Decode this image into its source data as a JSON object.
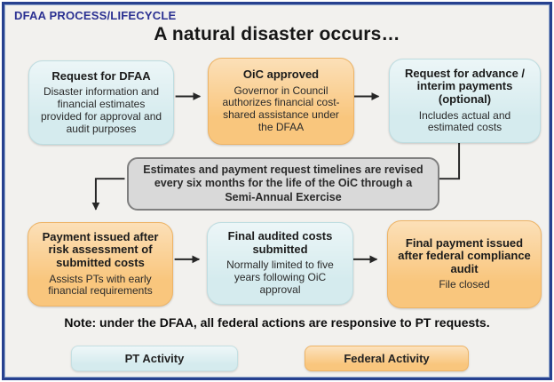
{
  "title": "DFAA PROCESS/LIFECYCLE",
  "heading": "A natural disaster occurs…",
  "colors": {
    "frame_border": "#27418f",
    "title_navy": "#2b3192",
    "canvas_bg": "#f2f1ee",
    "pt_fill": "#d5ebee",
    "federal_fill": "#f9c67d",
    "revision_fill": "#d9d9d9",
    "revision_border": "#7f7f7f",
    "connector": "#262626"
  },
  "flow": {
    "row1": [
      {
        "type": "pt",
        "title": "Request for DFAA",
        "body": "Disaster information and financial estimates provided for approval and audit purposes"
      },
      {
        "type": "federal",
        "title": "OiC approved",
        "body": "Governor in Council authorizes financial cost-shared assistance under the DFAA"
      },
      {
        "type": "pt",
        "title": "Request for advance / interim payments (optional)",
        "body": "Includes actual and estimated costs"
      }
    ],
    "revision_note": "Estimates and payment request timelines are revised every six months for the life of the OiC through a Semi-Annual Exercise",
    "row2": [
      {
        "type": "federal",
        "title": "Payment issued after risk assessment of submitted costs",
        "body": "Assists PTs with early financial requirements"
      },
      {
        "type": "pt",
        "title": "Final audited costs submitted",
        "body": "Normally limited to five years following OiC approval"
      },
      {
        "type": "federal",
        "title": "Final payment issued after federal compliance audit",
        "body": "File closed"
      }
    ]
  },
  "note": "Note: under the DFAA, all federal actions are responsive to PT requests.",
  "legend": [
    {
      "type": "pt",
      "label": "PT Activity"
    },
    {
      "type": "federal",
      "label": "Federal Activity"
    }
  ]
}
